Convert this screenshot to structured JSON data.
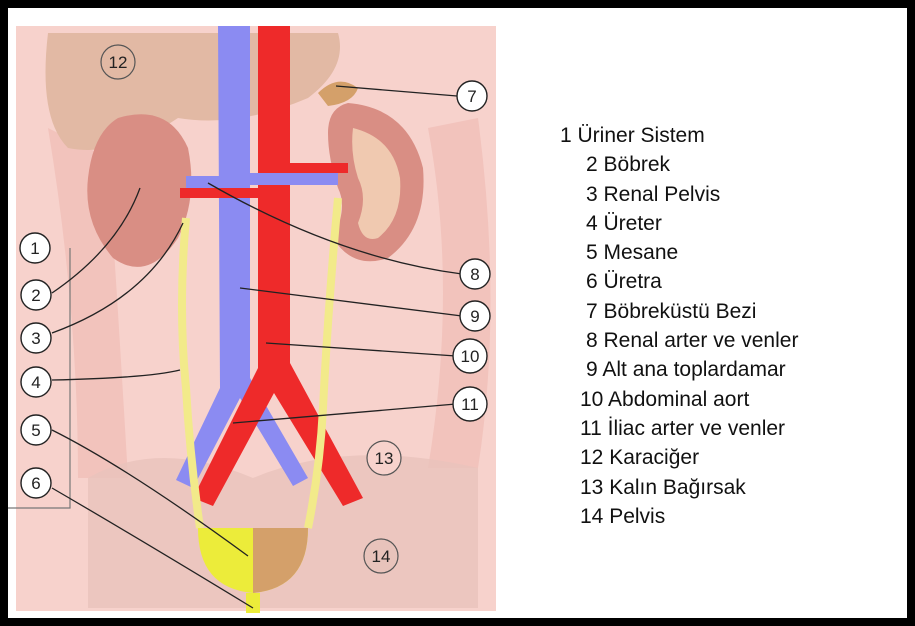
{
  "callouts": [
    "1",
    "2",
    "3",
    "4",
    "5",
    "6",
    "7",
    "8",
    "9",
    "10",
    "11",
    "12",
    "13",
    "14"
  ],
  "legend": [
    "1 Üriner Sistem",
    "2 Böbrek",
    "3 Renal Pelvis",
    "4 Üreter",
    "5 Mesane",
    "6 Üretra",
    "7 Böbreküstü Bezi",
    "8 Renal arter ve venler",
    "9 Alt ana toplardamar",
    "10 Abdominal aort",
    "11 İliac arter ve venler",
    "12 Karaciğer",
    "13 Kalın Bağırsak",
    "14 Pelvis"
  ],
  "colors": {
    "skin": "#f7d2cc",
    "liver": "#e2b9a4",
    "kidney": "#d98e84",
    "artery": "#ee2a2a",
    "vein": "#8b8bf2",
    "ureter": "#f2ea8a",
    "bladder": "#ecec3a"
  }
}
